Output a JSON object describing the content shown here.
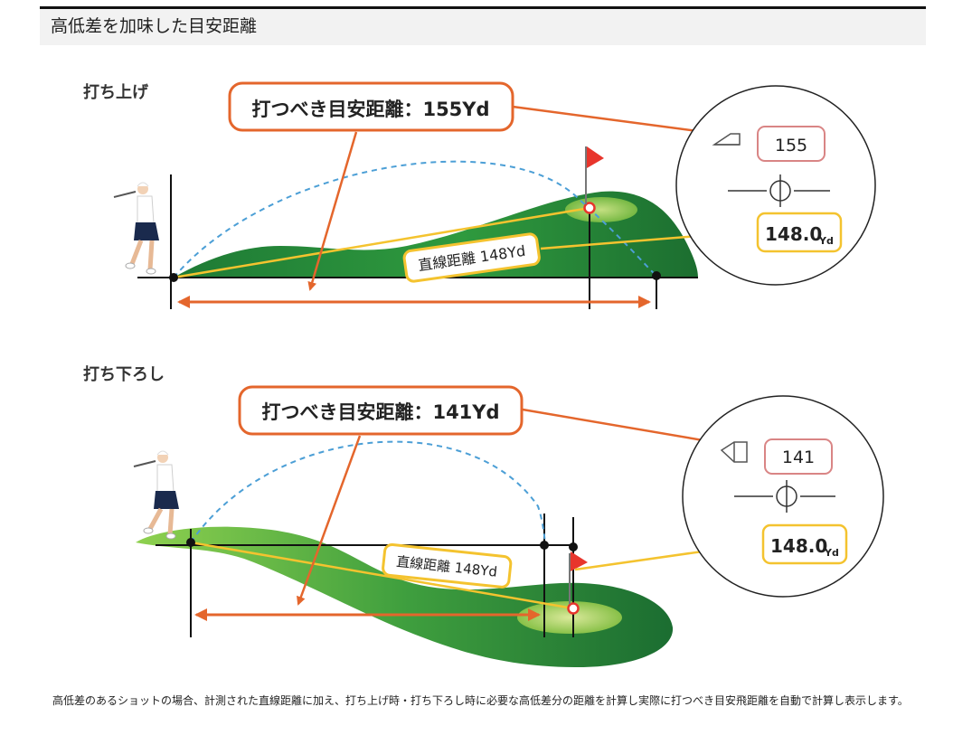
{
  "header": {
    "title": "高低差を加味した目安距離"
  },
  "uphill": {
    "label": "打ち上げ",
    "callout": "打つべき目安距離：155Yd",
    "straight_label": "直線距離 148Yd",
    "display_top": "155",
    "display_bottom": "148.0",
    "display_unit": "Yd"
  },
  "downhill": {
    "label": "打ち下ろし",
    "callout": "打つべき目安距離：141Yd",
    "straight_label": "直線距離 148Yd",
    "display_top": "141",
    "display_bottom": "148.0",
    "display_unit": "Yd"
  },
  "caption": "高低差のあるショットの場合、計測された直線距離に加え、打ち上げ時・打ち下ろし時に必要な高低差分の距離を計算し実際に打つべき目安飛距離を自動で計算し表示します。",
  "colors": {
    "callout_border": "#e4662c",
    "arrow_orange": "#e4662c",
    "arrow_yellow": "#f4c32f",
    "trajectory": "#4c9fd6",
    "green_dark": "#1e7a35",
    "green_light": "#7cc24a",
    "flag": "#e8352c"
  },
  "icons": [
    "golfer-icon",
    "flag-icon",
    "uphill-slope-icon",
    "downhill-slope-icon",
    "crosshair-icon"
  ]
}
